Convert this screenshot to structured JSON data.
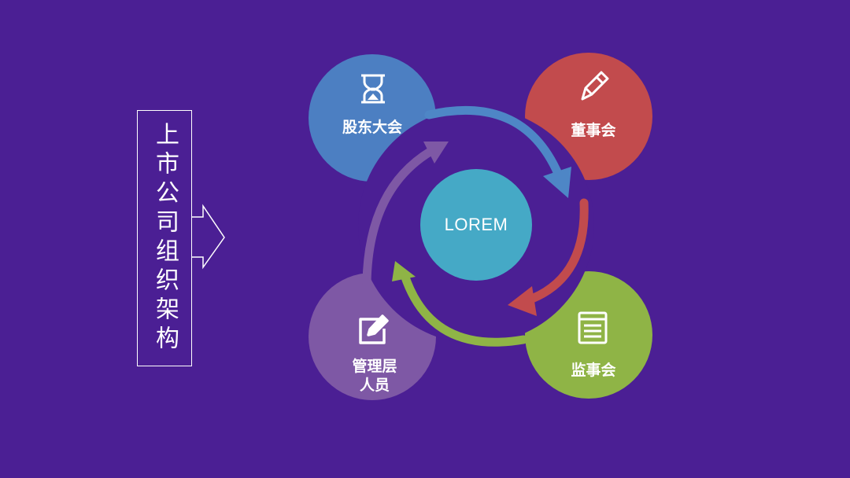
{
  "title": "上市公司组织架构",
  "center": {
    "label": "LOREM"
  },
  "nodes": [
    {
      "id": "shareholders",
      "label": "股东大会",
      "icon": "hourglass-icon",
      "color": "#4c7fc2"
    },
    {
      "id": "board",
      "label": "董事会",
      "icon": "pencil-icon",
      "color": "#c24b4d"
    },
    {
      "id": "supervisors",
      "label": "监事会",
      "icon": "document-icon",
      "color": "#8fb446"
    },
    {
      "id": "management",
      "label_line1": "管理层",
      "label_line2": "人员",
      "icon": "edit-icon",
      "color": "#7e58a5"
    }
  ],
  "colors": {
    "background": "#4b1f94",
    "center": "#45a9c6",
    "arrow_blue": "#4e86c6",
    "arrow_red": "#c24b4d",
    "arrow_green": "#8fb446",
    "arrow_purple": "#7e58a5"
  }
}
